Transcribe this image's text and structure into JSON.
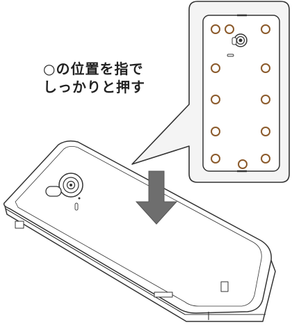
{
  "instruction": {
    "line1": "○の位置を指で",
    "line2": "しっかりと押す"
  },
  "colors": {
    "press_marker": "#8b5a2b",
    "arrow": "#6e6e6e",
    "outline": "#333333",
    "callout_fill": "#f4f4f4"
  },
  "icons": [
    "camera-icon",
    "press-arrow-icon",
    "press-point-marker"
  ]
}
